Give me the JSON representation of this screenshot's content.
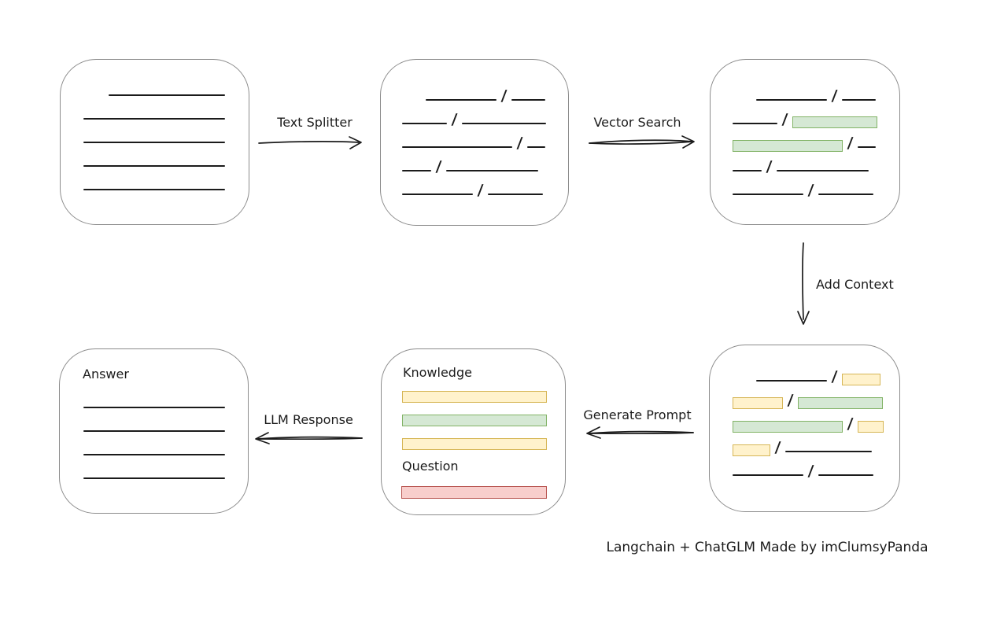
{
  "caption": "Langchain + ChatGLM Made by imClumsyPanda",
  "colors": {
    "line": "#1b1b1b",
    "box_border": "#8c8c8c",
    "green_fill": "#d5e8d4",
    "green_border": "#82b366",
    "yellow_fill": "#fff2cc",
    "yellow_border": "#d6b656",
    "red_fill": "#f8cecc",
    "red_border": "#b85450"
  },
  "arrows": [
    {
      "id": "text-splitter",
      "label": "Text Splitter",
      "direction": "right"
    },
    {
      "id": "vector-search",
      "label": "Vector Search",
      "direction": "right"
    },
    {
      "id": "add-context",
      "label": "Add Context",
      "direction": "down"
    },
    {
      "id": "generate-prompt",
      "label": "Generate Prompt",
      "direction": "left"
    },
    {
      "id": "llm-response",
      "label": "LLM Response",
      "direction": "left"
    }
  ],
  "boxes": {
    "document": {
      "rows": [
        [
          {
            "t": "line",
            "w": 148,
            "indent": 32
          }
        ],
        [
          {
            "t": "line",
            "w": 180
          }
        ],
        [
          {
            "t": "line",
            "w": 180
          }
        ],
        [
          {
            "t": "line",
            "w": 180
          }
        ],
        [
          {
            "t": "line",
            "w": 180
          }
        ]
      ]
    },
    "chunks": {
      "rows": [
        [
          {
            "t": "line",
            "w": 90,
            "indent": 30
          },
          {
            "t": "slash"
          },
          {
            "t": "line",
            "w": 43
          }
        ],
        [
          {
            "t": "line",
            "w": 57
          },
          {
            "t": "slash"
          },
          {
            "t": "line",
            "w": 107
          }
        ],
        [
          {
            "t": "line",
            "w": 140
          },
          {
            "t": "slash"
          },
          {
            "t": "line",
            "w": 23
          }
        ],
        [
          {
            "t": "line",
            "w": 37
          },
          {
            "t": "slash"
          },
          {
            "t": "line",
            "w": 117
          }
        ],
        [
          {
            "t": "line",
            "w": 90
          },
          {
            "t": "slash"
          },
          {
            "t": "line",
            "w": 70
          }
        ]
      ]
    },
    "matches": {
      "rows": [
        [
          {
            "t": "line",
            "w": 90,
            "indent": 30
          },
          {
            "t": "slash"
          },
          {
            "t": "line",
            "w": 43
          }
        ],
        [
          {
            "t": "line",
            "w": 57
          },
          {
            "t": "slash"
          },
          {
            "t": "green",
            "w": 106
          }
        ],
        [
          {
            "t": "green",
            "w": 138
          },
          {
            "t": "slash"
          },
          {
            "t": "line",
            "w": 23
          }
        ],
        [
          {
            "t": "line",
            "w": 37
          },
          {
            "t": "slash"
          },
          {
            "t": "line",
            "w": 117
          }
        ],
        [
          {
            "t": "line",
            "w": 90
          },
          {
            "t": "slash"
          },
          {
            "t": "line",
            "w": 70
          }
        ]
      ]
    },
    "context": {
      "rows": [
        [
          {
            "t": "line",
            "w": 90,
            "indent": 30
          },
          {
            "t": "slash"
          },
          {
            "t": "yellow",
            "w": 47
          }
        ],
        [
          {
            "t": "yellow",
            "w": 62
          },
          {
            "t": "slash"
          },
          {
            "t": "green",
            "w": 106
          }
        ],
        [
          {
            "t": "green",
            "w": 138
          },
          {
            "t": "slash"
          },
          {
            "t": "yellow",
            "w": 31
          }
        ],
        [
          {
            "t": "yellow",
            "w": 46
          },
          {
            "t": "slash"
          },
          {
            "t": "line",
            "w": 110
          }
        ],
        [
          {
            "t": "line",
            "w": 90
          },
          {
            "t": "slash"
          },
          {
            "t": "line",
            "w": 70
          }
        ]
      ]
    },
    "prompt": {
      "knowledge_label": "Knowledge",
      "question_label": "Question",
      "knowledge_rows": [
        [
          {
            "t": "yellow",
            "w": 182
          }
        ],
        [
          {
            "t": "green",
            "w": 182
          }
        ],
        [
          {
            "t": "yellow",
            "w": 182
          }
        ]
      ],
      "question_rows": [
        [
          {
            "t": "red",
            "w": 183
          }
        ]
      ]
    },
    "answer": {
      "label": "Answer",
      "rows": [
        [
          {
            "t": "line",
            "w": 180
          }
        ],
        [
          {
            "t": "line",
            "w": 180
          }
        ],
        [
          {
            "t": "line",
            "w": 180
          }
        ],
        [
          {
            "t": "line",
            "w": 180
          }
        ]
      ]
    }
  }
}
